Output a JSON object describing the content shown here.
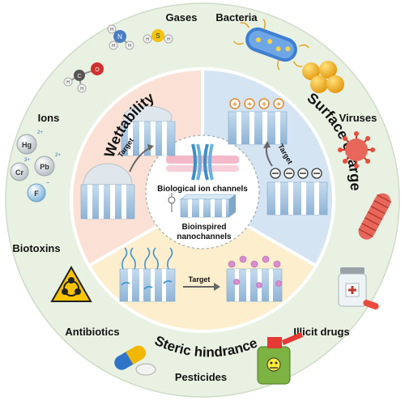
{
  "outer_labels": {
    "gases": "Gases",
    "bacteria": "Bacteria",
    "ions": "Ions",
    "viruses": "Viruses",
    "biotoxins": "Biotoxins",
    "antibiotics": "Antibiotics",
    "illicit_drugs": "Illicit drugs",
    "pesticides": "Pesticides"
  },
  "sectors": {
    "wettability": "Wettability",
    "surface_charge": "Surface charge",
    "steric_hindrance": "Steric hindrance"
  },
  "center": {
    "bio_channels": "Biological ion channels",
    "bioinspired_line1": "Bioinspired",
    "bioinspired_line2": "nanochannels"
  },
  "target_label": "Target",
  "ion_symbols": [
    "Hg",
    "Pb",
    "Cr",
    "F"
  ],
  "ion_charges": [
    "2+",
    "2+",
    "3+",
    "−"
  ],
  "molecule_atoms": {
    "nh3": [
      "N",
      "H",
      "H",
      "H"
    ],
    "h2s": [
      "S",
      "H",
      "H"
    ],
    "ch2o": [
      "C",
      "O",
      "H",
      "H"
    ]
  },
  "colors": {
    "outer_ring": "#e9f1e3",
    "wettability_bg": "#fbe1d5",
    "surface_charge_bg": "#d5e4f3",
    "steric_bg": "#fdeecd",
    "channel_blue": "#9fc3e1"
  }
}
